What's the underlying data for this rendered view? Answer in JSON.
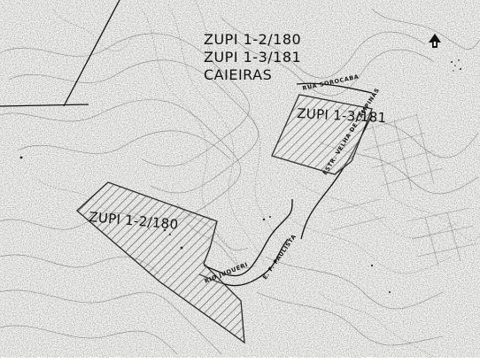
{
  "map": {
    "title_lines": [
      "ZUPI 1-2/180",
      "ZUPI 1-3/181",
      "CAIEIRAS"
    ],
    "zones": [
      {
        "id": "zupi-1-2",
        "label": "ZUPI 1-2/180"
      },
      {
        "id": "zupi-1-3",
        "label": "ZUPI 1-3/181"
      }
    ],
    "street_labels": [
      "RUA SOROCABA",
      "ESTR. VELHA DE CAMPINAS",
      "RIO JUQUERI",
      "E. F. PAULISTA"
    ],
    "north_icon": "north-arrow-icon",
    "colors": {
      "paper": "#f7f7f5",
      "ink": "#111111",
      "hatch": "#222222"
    }
  }
}
